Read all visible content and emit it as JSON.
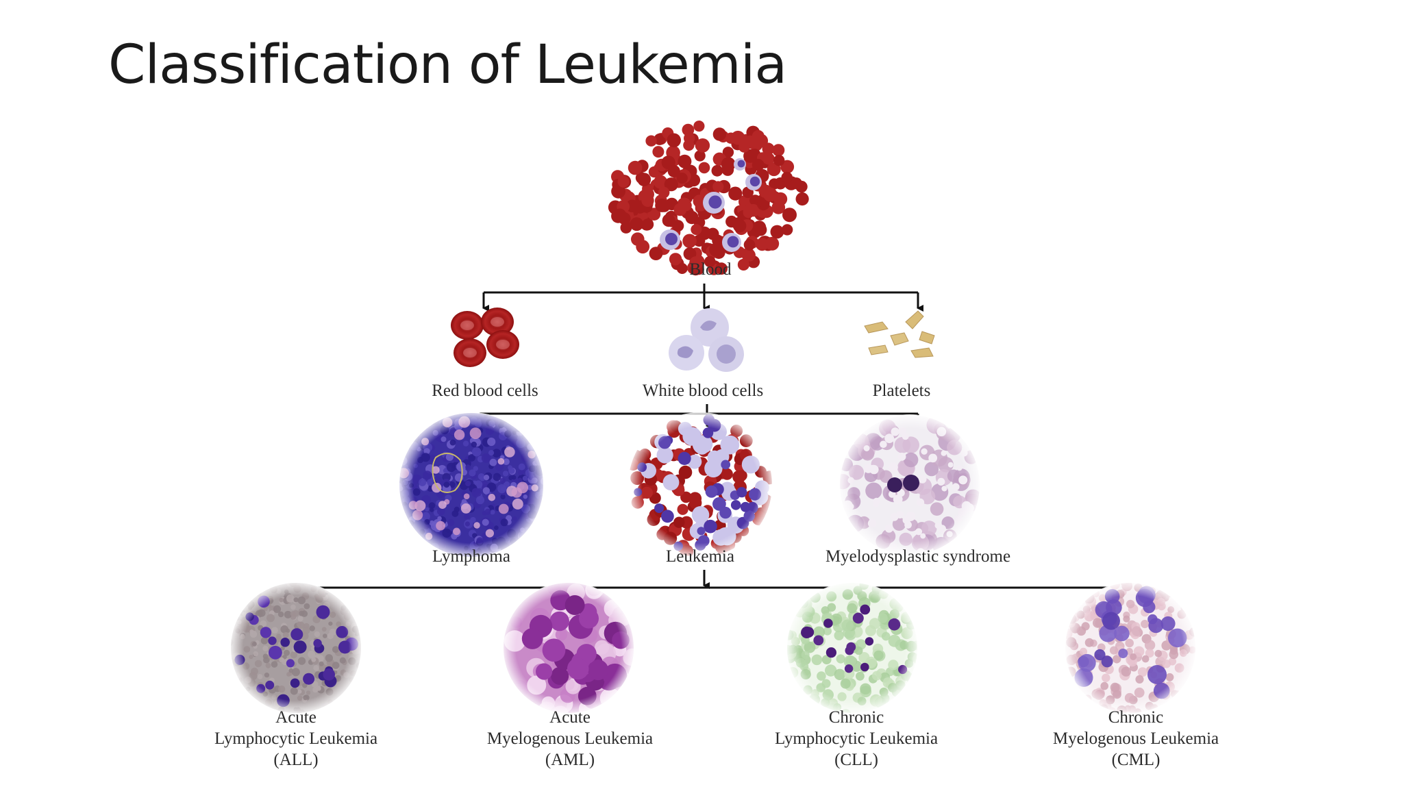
{
  "title": "Classification of Leukemia",
  "diagram": {
    "root": {
      "label": "Blood",
      "icon": "blood-smear-icon"
    },
    "components": [
      {
        "label": "Red blood cells",
        "icon": "red-blood-cells-icon"
      },
      {
        "label": "White blood cells",
        "icon": "white-blood-cells-icon"
      },
      {
        "label": "Platelets",
        "icon": "platelets-icon"
      }
    ],
    "disorders": [
      {
        "label": "Lymphoma",
        "icon": "lymphoma-smear-icon"
      },
      {
        "label": "Leukemia",
        "icon": "leukemia-smear-icon"
      },
      {
        "label": "Myelodysplastic syndrome",
        "icon": "myelodysplastic-smear-icon"
      }
    ],
    "leukemia_types": [
      {
        "line1": "Acute",
        "line2": "Lymphocytic Leukemia",
        "line3": "(ALL)",
        "icon": "all-smear-icon"
      },
      {
        "line1": "Acute",
        "line2": "Myelogenous Leukemia",
        "line3": "(AML)",
        "icon": "aml-smear-icon"
      },
      {
        "line1": "Chronic",
        "line2": "Lymphocytic Leukemia",
        "line3": "(CLL)",
        "icon": "cll-smear-icon"
      },
      {
        "line1": "Chronic",
        "line2": "Myelogenous Leukemia",
        "line3": "(CML)",
        "icon": "cml-smear-icon"
      }
    ]
  }
}
